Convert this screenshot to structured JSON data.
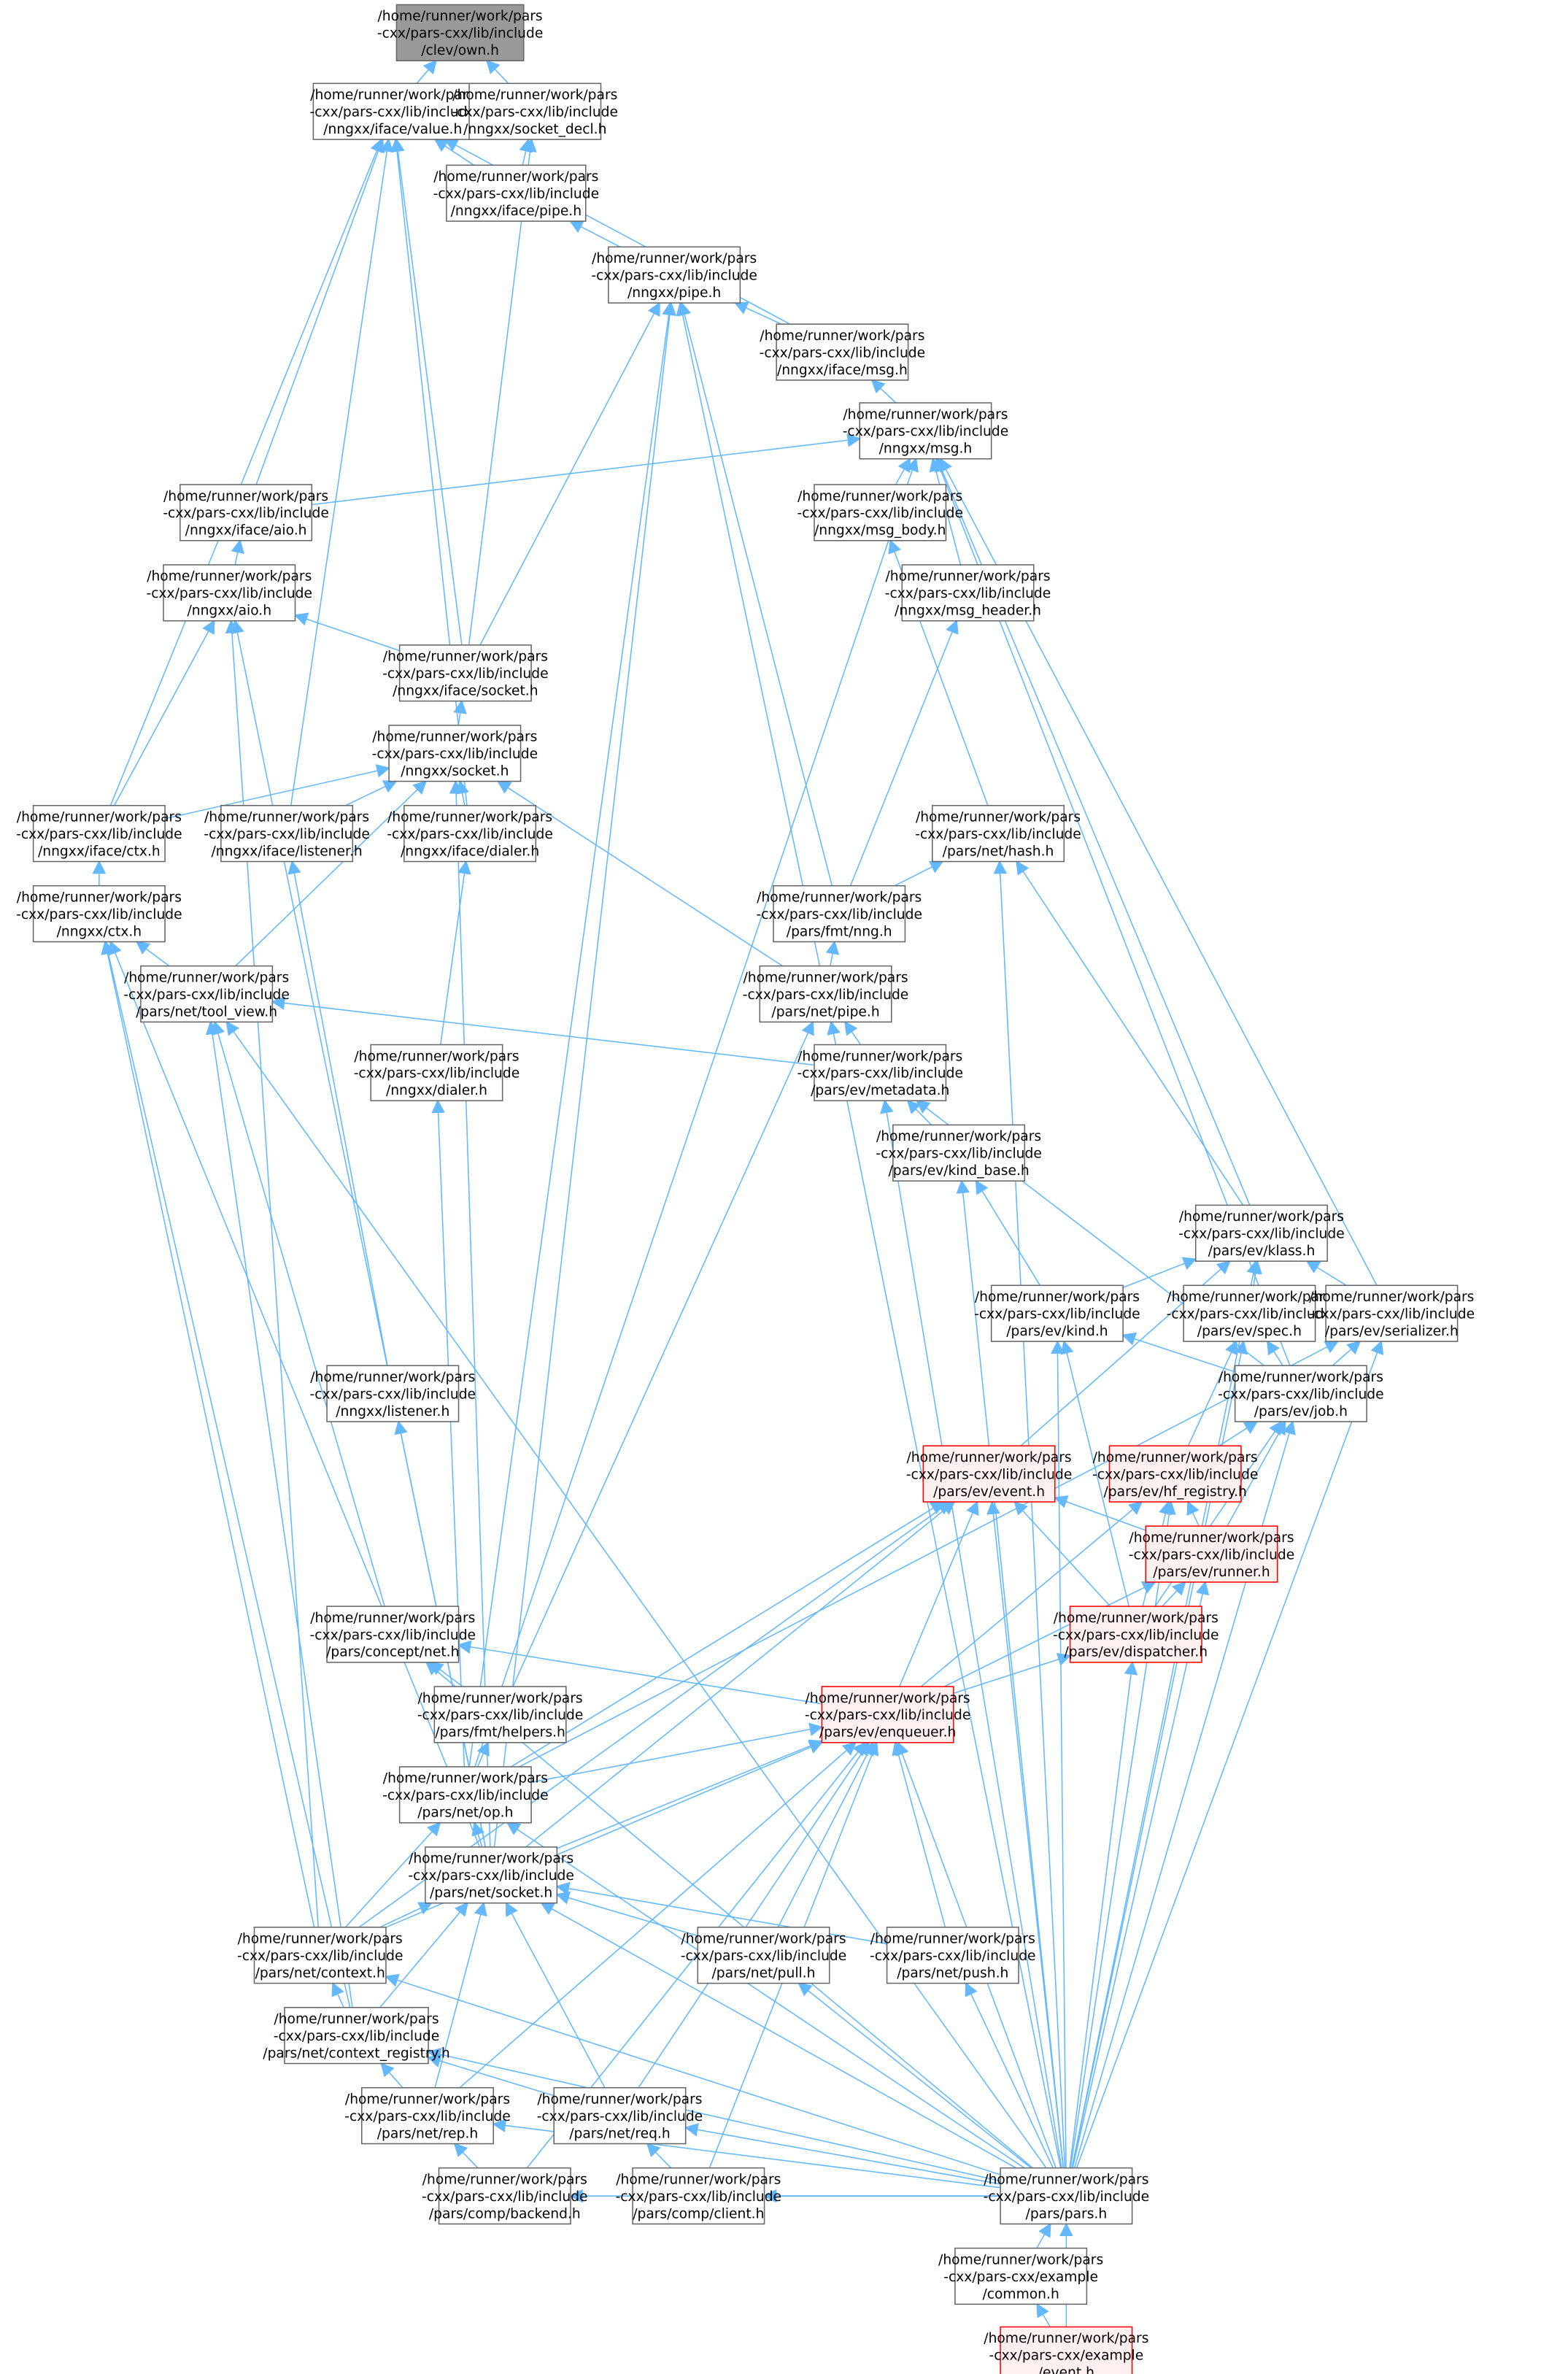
{
  "title": "Include dependency graph for /clev/own.h",
  "colors": {
    "edge": "#63b8ff",
    "node_border": "#666666",
    "focus_fill": "#999999",
    "red_border": "#ff0000",
    "red_fill": "#fff0f0"
  },
  "nodes": [
    {
      "id": "own",
      "style": "focus",
      "lines": [
        "/home/runner/work/pars",
        "-cxx/pars-cxx/lib/include",
        "/clev/own.h"
      ]
    },
    {
      "id": "ivalue",
      "style": "normal",
      "lines": [
        "/home/runner/work/pars",
        "-cxx/pars-cxx/lib/include",
        "/nngxx/iface/value.h"
      ]
    },
    {
      "id": "sockdecl",
      "style": "normal",
      "lines": [
        "/home/runner/work/pars",
        "-cxx/pars-cxx/lib/include",
        "/nngxx/socket_decl.h"
      ]
    },
    {
      "id": "ipipe",
      "style": "normal",
      "lines": [
        "/home/runner/work/pars",
        "-cxx/pars-cxx/lib/include",
        "/nngxx/iface/pipe.h"
      ]
    },
    {
      "id": "pipe",
      "style": "normal",
      "lines": [
        "/home/runner/work/pars",
        "-cxx/pars-cxx/lib/include",
        "/nngxx/pipe.h"
      ]
    },
    {
      "id": "imsg",
      "style": "normal",
      "lines": [
        "/home/runner/work/pars",
        "-cxx/pars-cxx/lib/include",
        "/nngxx/iface/msg.h"
      ]
    },
    {
      "id": "msg",
      "style": "normal",
      "lines": [
        "/home/runner/work/pars",
        "-cxx/pars-cxx/lib/include",
        "/nngxx/msg.h"
      ]
    },
    {
      "id": "iaio",
      "style": "normal",
      "lines": [
        "/home/runner/work/pars",
        "-cxx/pars-cxx/lib/include",
        "/nngxx/iface/aio.h"
      ]
    },
    {
      "id": "msgbody",
      "style": "normal",
      "lines": [
        "/home/runner/work/pars",
        "-cxx/pars-cxx/lib/include",
        "/nngxx/msg_body.h"
      ]
    },
    {
      "id": "msghdr",
      "style": "normal",
      "lines": [
        "/home/runner/work/pars",
        "-cxx/pars-cxx/lib/include",
        "/nngxx/msg_header.h"
      ]
    },
    {
      "id": "aio",
      "style": "normal",
      "lines": [
        "/home/runner/work/pars",
        "-cxx/pars-cxx/lib/include",
        "/nngxx/aio.h"
      ]
    },
    {
      "id": "isocket",
      "style": "normal",
      "lines": [
        "/home/runner/work/pars",
        "-cxx/pars-cxx/lib/include",
        "/nngxx/iface/socket.h"
      ]
    },
    {
      "id": "socket",
      "style": "normal",
      "lines": [
        "/home/runner/work/pars",
        "-cxx/pars-cxx/lib/include",
        "/nngxx/socket.h"
      ]
    },
    {
      "id": "ictx",
      "style": "normal",
      "lines": [
        "/home/runner/work/pars",
        "-cxx/pars-cxx/lib/include",
        "/nngxx/iface/ctx.h"
      ]
    },
    {
      "id": "ilistener",
      "style": "normal",
      "lines": [
        "/home/runner/work/pars",
        "-cxx/pars-cxx/lib/include",
        "/nngxx/iface/listener.h"
      ]
    },
    {
      "id": "idialer",
      "style": "normal",
      "lines": [
        "/home/runner/work/pars",
        "-cxx/pars-cxx/lib/include",
        "/nngxx/iface/dialer.h"
      ]
    },
    {
      "id": "hash",
      "style": "normal",
      "lines": [
        "/home/runner/work/pars",
        "-cxx/pars-cxx/lib/include",
        "/pars/net/hash.h"
      ]
    },
    {
      "id": "ctx",
      "style": "normal",
      "lines": [
        "/home/runner/work/pars",
        "-cxx/pars-cxx/lib/include",
        "/nngxx/ctx.h"
      ]
    },
    {
      "id": "fmtnng",
      "style": "normal",
      "lines": [
        "/home/runner/work/pars",
        "-cxx/pars-cxx/lib/include",
        "/pars/fmt/nng.h"
      ]
    },
    {
      "id": "toolview",
      "style": "normal",
      "lines": [
        "/home/runner/work/pars",
        "-cxx/pars-cxx/lib/include",
        "/pars/net/tool_view.h"
      ]
    },
    {
      "id": "netpipe",
      "style": "normal",
      "lines": [
        "/home/runner/work/pars",
        "-cxx/pars-cxx/lib/include",
        "/pars/net/pipe.h"
      ]
    },
    {
      "id": "dialer",
      "style": "normal",
      "lines": [
        "/home/runner/work/pars",
        "-cxx/pars-cxx/lib/include",
        "/nngxx/dialer.h"
      ]
    },
    {
      "id": "metadata",
      "style": "normal",
      "lines": [
        "/home/runner/work/pars",
        "-cxx/pars-cxx/lib/include",
        "/pars/ev/metadata.h"
      ]
    },
    {
      "id": "kindbase",
      "style": "normal",
      "lines": [
        "/home/runner/work/pars",
        "-cxx/pars-cxx/lib/include",
        "/pars/ev/kind_base.h"
      ]
    },
    {
      "id": "klass",
      "style": "normal",
      "lines": [
        "/home/runner/work/pars",
        "-cxx/pars-cxx/lib/include",
        "/pars/ev/klass.h"
      ]
    },
    {
      "id": "kind",
      "style": "normal",
      "lines": [
        "/home/runner/work/pars",
        "-cxx/pars-cxx/lib/include",
        "/pars/ev/kind.h"
      ]
    },
    {
      "id": "spec",
      "style": "normal",
      "lines": [
        "/home/runner/work/pars",
        "-cxx/pars-cxx/lib/include",
        "/pars/ev/spec.h"
      ]
    },
    {
      "id": "serializer",
      "style": "normal",
      "lines": [
        "/home/runner/work/pars",
        "-cxx/pars-cxx/lib/include",
        "/pars/ev/serializer.h"
      ]
    },
    {
      "id": "listener",
      "style": "normal",
      "lines": [
        "/home/runner/work/pars",
        "-cxx/pars-cxx/lib/include",
        "/nngxx/listener.h"
      ]
    },
    {
      "id": "job",
      "style": "normal",
      "lines": [
        "/home/runner/work/pars",
        "-cxx/pars-cxx/lib/include",
        "/pars/ev/job.h"
      ]
    },
    {
      "id": "event",
      "style": "red",
      "lines": [
        "/home/runner/work/pars",
        "-cxx/pars-cxx/lib/include",
        "/pars/ev/event.h"
      ]
    },
    {
      "id": "hfreg",
      "style": "red",
      "lines": [
        "/home/runner/work/pars",
        "-cxx/pars-cxx/lib/include",
        "/pars/ev/hf_registry.h"
      ]
    },
    {
      "id": "runner",
      "style": "red",
      "lines": [
        "/home/runner/work/pars",
        "-cxx/pars-cxx/lib/include",
        "/pars/ev/runner.h"
      ]
    },
    {
      "id": "dispatcher",
      "style": "red",
      "lines": [
        "/home/runner/work/pars",
        "-cxx/pars-cxx/lib/include",
        "/pars/ev/dispatcher.h"
      ]
    },
    {
      "id": "conceptnet",
      "style": "normal",
      "lines": [
        "/home/runner/work/pars",
        "-cxx/pars-cxx/lib/include",
        "/pars/concept/net.h"
      ]
    },
    {
      "id": "enqueuer",
      "style": "red",
      "lines": [
        "/home/runner/work/pars",
        "-cxx/pars-cxx/lib/include",
        "/pars/ev/enqueuer.h"
      ]
    },
    {
      "id": "helpers",
      "style": "normal",
      "lines": [
        "/home/runner/work/pars",
        "-cxx/pars-cxx/lib/include",
        "/pars/fmt/helpers.h"
      ]
    },
    {
      "id": "op",
      "style": "normal",
      "lines": [
        "/home/runner/work/pars",
        "-cxx/pars-cxx/lib/include",
        "/pars/net/op.h"
      ]
    },
    {
      "id": "netsocket",
      "style": "normal",
      "lines": [
        "/home/runner/work/pars",
        "-cxx/pars-cxx/lib/include",
        "/pars/net/socket.h"
      ]
    },
    {
      "id": "context",
      "style": "normal",
      "lines": [
        "/home/runner/work/pars",
        "-cxx/pars-cxx/lib/include",
        "/pars/net/context.h"
      ]
    },
    {
      "id": "pull",
      "style": "normal",
      "lines": [
        "/home/runner/work/pars",
        "-cxx/pars-cxx/lib/include",
        "/pars/net/pull.h"
      ]
    },
    {
      "id": "push",
      "style": "normal",
      "lines": [
        "/home/runner/work/pars",
        "-cxx/pars-cxx/lib/include",
        "/pars/net/push.h"
      ]
    },
    {
      "id": "ctxreg",
      "style": "normal",
      "lines": [
        "/home/runner/work/pars",
        "-cxx/pars-cxx/lib/include",
        "/pars/net/context_registry.h"
      ]
    },
    {
      "id": "rep",
      "style": "normal",
      "lines": [
        "/home/runner/work/pars",
        "-cxx/pars-cxx/lib/include",
        "/pars/net/rep.h"
      ]
    },
    {
      "id": "req",
      "style": "normal",
      "lines": [
        "/home/runner/work/pars",
        "-cxx/pars-cxx/lib/include",
        "/pars/net/req.h"
      ]
    },
    {
      "id": "backend",
      "style": "normal",
      "lines": [
        "/home/runner/work/pars",
        "-cxx/pars-cxx/lib/include",
        "/pars/comp/backend.h"
      ]
    },
    {
      "id": "client",
      "style": "normal",
      "lines": [
        "/home/runner/work/pars",
        "-cxx/pars-cxx/lib/include",
        "/pars/comp/client.h"
      ]
    },
    {
      "id": "pars",
      "style": "normal",
      "lines": [
        "/home/runner/work/pars",
        "-cxx/pars-cxx/lib/include",
        "/pars/pars.h"
      ]
    },
    {
      "id": "common",
      "style": "normal",
      "lines": [
        "/home/runner/work/pars",
        "-cxx/pars-cxx/example",
        "/common.h"
      ]
    },
    {
      "id": "exevent",
      "style": "red",
      "lines": [
        "/home/runner/work/pars",
        "-cxx/pars-cxx/example",
        "/event.h"
      ]
    }
  ],
  "edges": [
    [
      "ivalue",
      "own"
    ],
    [
      "sockdecl",
      "own"
    ],
    [
      "ipipe",
      "ivalue"
    ],
    [
      "ipipe",
      "sockdecl"
    ],
    [
      "pipe",
      "ipipe"
    ],
    [
      "imsg",
      "ivalue"
    ],
    [
      "imsg",
      "pipe"
    ],
    [
      "msg",
      "imsg"
    ],
    [
      "iaio",
      "ivalue"
    ],
    [
      "iaio",
      "msg"
    ],
    [
      "msgbody",
      "msg"
    ],
    [
      "msghdr",
      "msg"
    ],
    [
      "aio",
      "iaio"
    ],
    [
      "isocket",
      "ivalue"
    ],
    [
      "isocket",
      "sockdecl"
    ],
    [
      "isocket",
      "pipe"
    ],
    [
      "isocket",
      "aio"
    ],
    [
      "socket",
      "isocket"
    ],
    [
      "ictx",
      "ivalue"
    ],
    [
      "ictx",
      "aio"
    ],
    [
      "ictx",
      "socket"
    ],
    [
      "ilistener",
      "ivalue"
    ],
    [
      "ilistener",
      "socket"
    ],
    [
      "idialer",
      "ivalue"
    ],
    [
      "idialer",
      "socket"
    ],
    [
      "hash",
      "msgbody"
    ],
    [
      "ctx",
      "ictx"
    ],
    [
      "fmtnng",
      "pipe"
    ],
    [
      "fmtnng",
      "msghdr"
    ],
    [
      "fmtnng",
      "hash"
    ],
    [
      "toolview",
      "ctx"
    ],
    [
      "toolview",
      "socket"
    ],
    [
      "netpipe",
      "pipe"
    ],
    [
      "netpipe",
      "fmtnng"
    ],
    [
      "netpipe",
      "socket"
    ],
    [
      "dialer",
      "idialer"
    ],
    [
      "metadata",
      "netpipe"
    ],
    [
      "metadata",
      "toolview"
    ],
    [
      "kindbase",
      "metadata"
    ],
    [
      "klass",
      "msg"
    ],
    [
      "klass",
      "hash"
    ],
    [
      "kind",
      "kindbase"
    ],
    [
      "kind",
      "klass"
    ],
    [
      "spec",
      "klass"
    ],
    [
      "serializer",
      "msg"
    ],
    [
      "serializer",
      "klass"
    ],
    [
      "listener",
      "ilistener"
    ],
    [
      "job",
      "msg"
    ],
    [
      "job",
      "kind"
    ],
    [
      "job",
      "spec"
    ],
    [
      "job",
      "serializer"
    ],
    [
      "job",
      "metadata"
    ],
    [
      "event",
      "klass"
    ],
    [
      "hfreg",
      "spec"
    ],
    [
      "hfreg",
      "job"
    ],
    [
      "runner",
      "event"
    ],
    [
      "runner",
      "job"
    ],
    [
      "runner",
      "hfreg"
    ],
    [
      "dispatcher",
      "event"
    ],
    [
      "dispatcher",
      "hfreg"
    ],
    [
      "dispatcher",
      "runner"
    ],
    [
      "dispatcher",
      "job"
    ],
    [
      "dispatcher",
      "kind"
    ],
    [
      "conceptnet",
      "toolview"
    ],
    [
      "enqueuer",
      "conceptnet"
    ],
    [
      "enqueuer",
      "event"
    ],
    [
      "enqueuer",
      "dispatcher"
    ],
    [
      "enqueuer",
      "hfreg"
    ],
    [
      "enqueuer",
      "runner"
    ],
    [
      "helpers",
      "conceptnet"
    ],
    [
      "helpers",
      "netpipe"
    ],
    [
      "op",
      "helpers"
    ],
    [
      "op",
      "enqueuer"
    ],
    [
      "op",
      "msg"
    ],
    [
      "op",
      "pipe"
    ],
    [
      "op",
      "dialer"
    ],
    [
      "op",
      "serializer"
    ],
    [
      "op",
      "event"
    ],
    [
      "netsocket",
      "op"
    ],
    [
      "netsocket",
      "socket"
    ],
    [
      "netsocket",
      "aio"
    ],
    [
      "netsocket",
      "ctx"
    ],
    [
      "netsocket",
      "listener"
    ],
    [
      "netsocket",
      "enqueuer"
    ],
    [
      "netsocket",
      "pipe"
    ],
    [
      "netsocket",
      "event"
    ],
    [
      "context",
      "netsocket"
    ],
    [
      "context",
      "op"
    ],
    [
      "context",
      "ctx"
    ],
    [
      "context",
      "aio"
    ],
    [
      "context",
      "enqueuer"
    ],
    [
      "context",
      "event"
    ],
    [
      "pull",
      "netsocket"
    ],
    [
      "pull",
      "enqueuer"
    ],
    [
      "push",
      "netsocket"
    ],
    [
      "push",
      "enqueuer"
    ],
    [
      "ctxreg",
      "context"
    ],
    [
      "ctxreg",
      "netsocket"
    ],
    [
      "ctxreg",
      "ctx"
    ],
    [
      "ctxreg",
      "toolview"
    ],
    [
      "rep",
      "ctxreg"
    ],
    [
      "rep",
      "netsocket"
    ],
    [
      "rep",
      "enqueuer"
    ],
    [
      "req",
      "ctxreg"
    ],
    [
      "req",
      "netsocket"
    ],
    [
      "req",
      "enqueuer"
    ],
    [
      "backend",
      "rep"
    ],
    [
      "backend",
      "enqueuer"
    ],
    [
      "client",
      "req"
    ],
    [
      "client",
      "enqueuer"
    ],
    [
      "pars",
      "backend"
    ],
    [
      "pars",
      "client"
    ],
    [
      "pars",
      "rep"
    ],
    [
      "pars",
      "req"
    ],
    [
      "pars",
      "ctxreg"
    ],
    [
      "pars",
      "context"
    ],
    [
      "pars",
      "netsocket"
    ],
    [
      "pars",
      "op"
    ],
    [
      "pars",
      "pull"
    ],
    [
      "pars",
      "push"
    ],
    [
      "pars",
      "enqueuer"
    ],
    [
      "pars",
      "dispatcher"
    ],
    [
      "pars",
      "runner"
    ],
    [
      "pars",
      "hfreg"
    ],
    [
      "pars",
      "event"
    ],
    [
      "pars",
      "job"
    ],
    [
      "pars",
      "serializer"
    ],
    [
      "pars",
      "klass"
    ],
    [
      "pars",
      "kind"
    ],
    [
      "pars",
      "metadata"
    ],
    [
      "pars",
      "netpipe"
    ],
    [
      "pars",
      "hash"
    ],
    [
      "pars",
      "toolview"
    ],
    [
      "pars",
      "conceptnet"
    ],
    [
      "pars",
      "kindbase"
    ],
    [
      "pars",
      "spec"
    ],
    [
      "common",
      "pars"
    ],
    [
      "exevent",
      "common"
    ],
    [
      "exevent",
      "pars"
    ]
  ]
}
